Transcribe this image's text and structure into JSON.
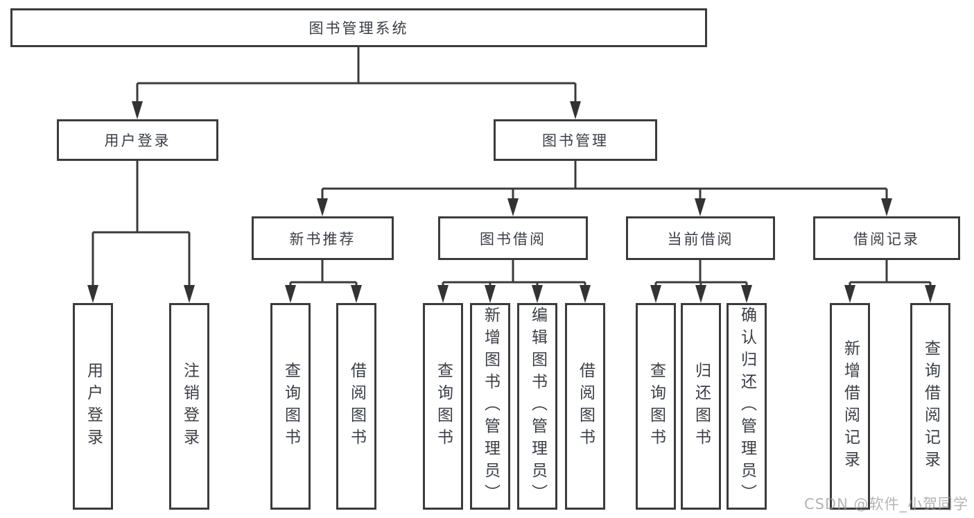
{
  "colors": {
    "line": "#3b3b3b",
    "box_border": "#3b3b3b",
    "text": "#3a3f46",
    "watermark": "#9b9b9b",
    "background": "#ffffff"
  },
  "watermark": {
    "text": "CSDN @软件_小贺同学"
  },
  "tree": {
    "root": {
      "label": "图书管理系统",
      "children": [
        {
          "label": "用户登录",
          "children": [
            {
              "label": "用户登录"
            },
            {
              "label": "注销登录"
            }
          ]
        },
        {
          "label": "图书管理",
          "children": [
            {
              "label": "新书推荐",
              "children": [
                {
                  "label": "查询图书"
                },
                {
                  "label": "借阅图书"
                }
              ]
            },
            {
              "label": "图书借阅",
              "children": [
                {
                  "label": "查询图书"
                },
                {
                  "label": "新增图书（管理员）"
                },
                {
                  "label": "编辑图书（管理员）"
                },
                {
                  "label": "借阅图书"
                }
              ]
            },
            {
              "label": "当前借阅",
              "children": [
                {
                  "label": "查询图书"
                },
                {
                  "label": "归还图书"
                },
                {
                  "label": "确认归还（管理员）"
                }
              ]
            },
            {
              "label": "借阅记录",
              "children": [
                {
                  "label": "新增借阅记录"
                },
                {
                  "label": "查询借阅记录"
                }
              ]
            }
          ]
        }
      ]
    }
  }
}
